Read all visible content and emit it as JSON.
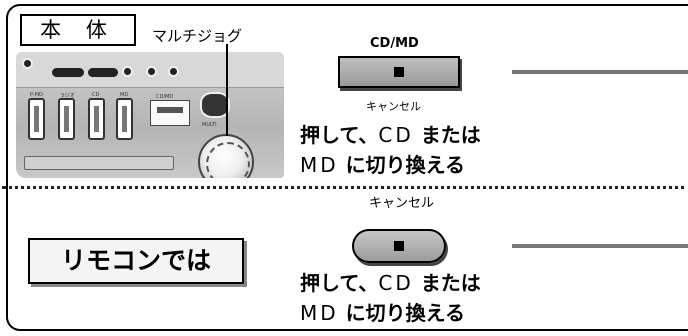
{
  "unit": {
    "label": "本 体",
    "jog_label": "マルチジョグ",
    "device": {
      "rows_top": [
        "P-MD",
        "ラジオ",
        "CD",
        "MD"
      ],
      "cdmd_label": "CD/MD",
      "multi_label": "MULTI"
    }
  },
  "cdmd_button": {
    "title": "CD/MD",
    "cancel_label": "キャンセル"
  },
  "instruction_top": {
    "line1_bold_a": "押して、",
    "line1_normal": "CD",
    "line1_bold_b": " または",
    "line2_normal": "MD",
    "line2_bold": " に切り換える"
  },
  "remote": {
    "label": "リモコンでは",
    "cancel_label": "キャンセル"
  },
  "instruction_bottom": {
    "line1_bold_a": "押して、",
    "line1_normal": "CD",
    "line1_bold_b": " または",
    "line2_normal": "MD",
    "line2_bold": " に切り換える"
  },
  "icons": {
    "stop": "stop-square-icon"
  },
  "colors": {
    "button_face": "#a8a8a8",
    "bar": "#777777",
    "frame": "#000000"
  }
}
